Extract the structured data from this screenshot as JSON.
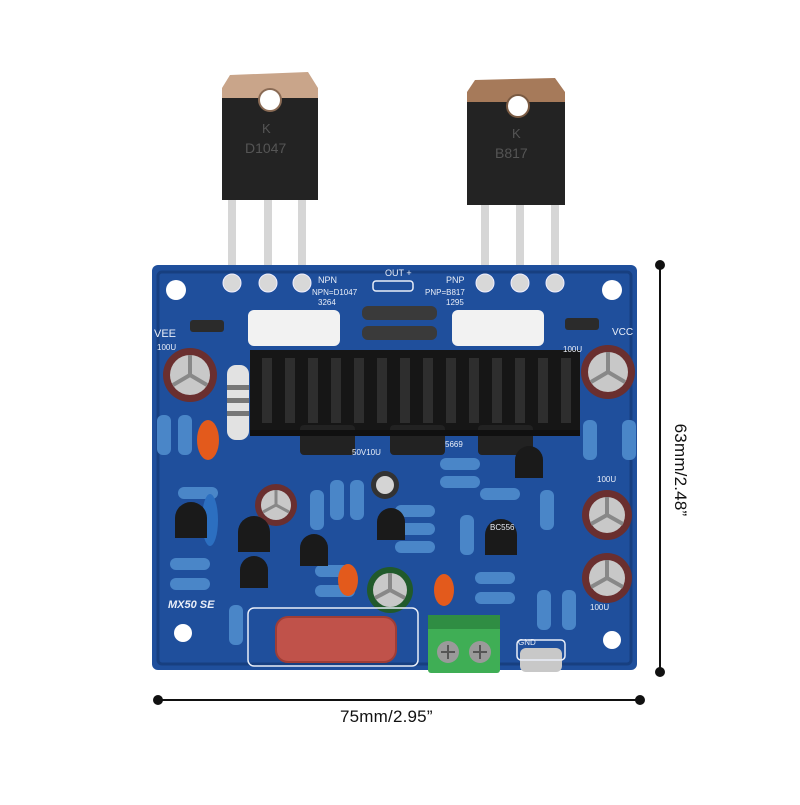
{
  "dimensions": {
    "width_label": "75mm/2.95”",
    "height_label": "63mm/2.48”"
  },
  "board": {
    "model": "MX50 SE",
    "vee": "VEE",
    "vcc": "VCC",
    "out": "OUT +",
    "gnd": "GND",
    "npn": "NPN",
    "npn_part": "NPN=D1047",
    "npn_alt": "3264",
    "pnp": "PNP",
    "pnp_part": "PNP=B817",
    "pnp_alt": "1295",
    "cap_100u": "100U",
    "cap_50v10u": "50V10U",
    "bc556": "BC556",
    "part_5669": "5669",
    "colors": {
      "pcb": "#1f4f9c",
      "pcb_dark": "#173f80",
      "silk": "#e9eef8",
      "heatsink": "#1a1a1a",
      "transistor": "#222222",
      "tab": "#b08a6a",
      "terminal": "#3fae55",
      "film_cap": "#c0524a"
    }
  },
  "transistors": {
    "left": {
      "brand": "K",
      "part": "D1047"
    },
    "right": {
      "brand": "K",
      "part": "B817"
    }
  }
}
